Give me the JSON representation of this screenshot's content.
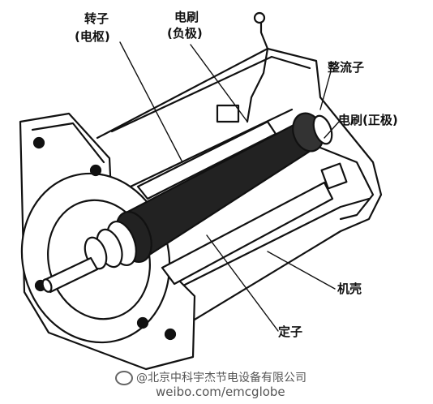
{
  "labels": {
    "rotor": "转子",
    "rotor_sub": "(电枢)",
    "brush_neg": "电刷",
    "brush_neg_sub": "(负极)",
    "commutator": "整流子",
    "brush_pos": "电刷(正极)",
    "housing": "机壳",
    "stator": "定子"
  },
  "watermark": {
    "line1": "@北京中科宇杰节电设备有限公司",
    "line2": "weibo.com/emcglobe"
  }
}
